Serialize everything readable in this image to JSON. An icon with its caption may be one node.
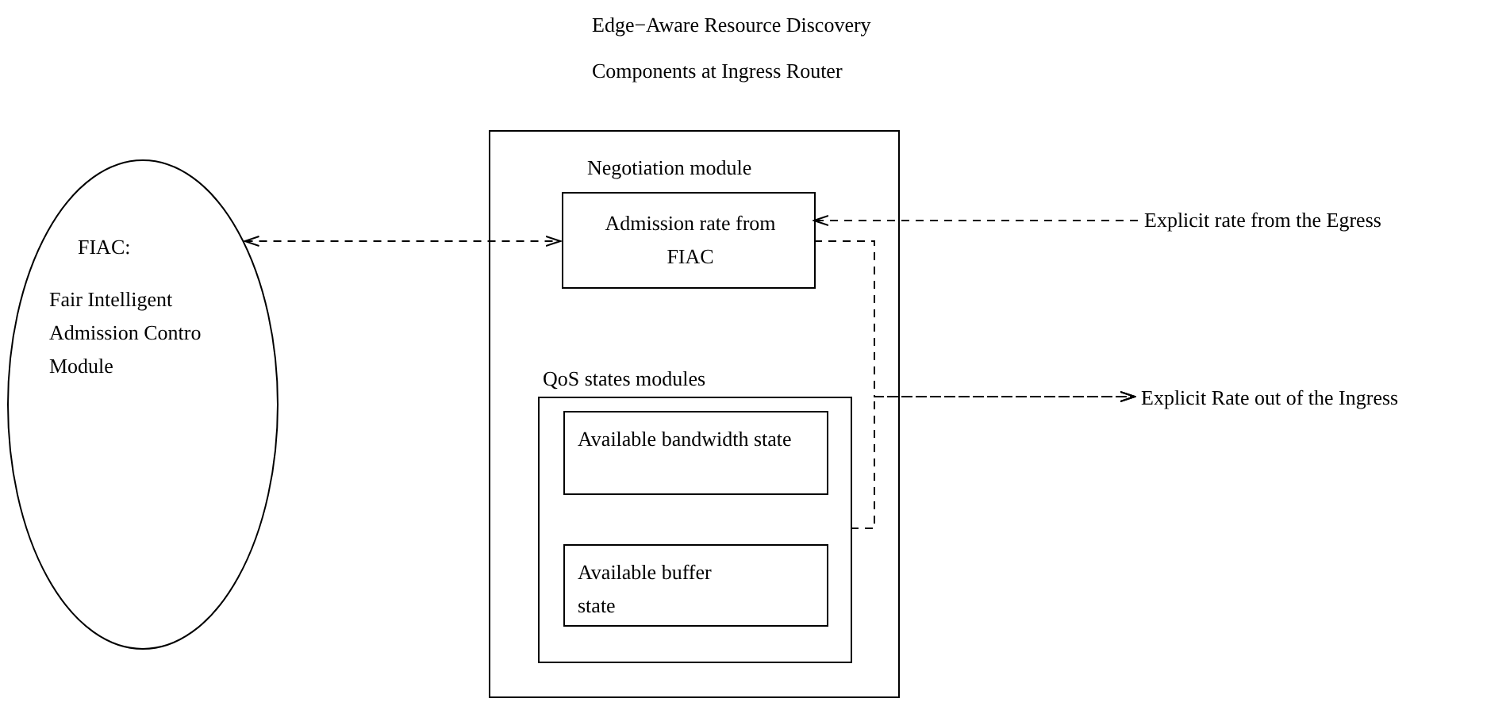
{
  "diagram": {
    "nodes": [
      {
        "text": [
          "FIAC:",
          "Fair Intelligent Admission Contro Module"
        ]
      },
      {
        "text": [
          "Edge−Aware Resource Discovery",
          "Components at Ingress Router"
        ]
      },
      {
        "text": [
          "Negotiation module",
          "Admission rate from FIAC"
        ],
        "in": 1
      },
      {
        "text": [
          "QoS states modules"
        ],
        "in": 1
      },
      {
        "text": [
          "Available bandwidth state"
        ],
        "in": 3
      },
      {
        "text": [
          "Available buffer state"
        ],
        "in": 3
      },
      {
        "text": [
          "Explicit rate from the Egress"
        ]
      },
      {
        "text": [
          "Explicit Rate out of the Ingress"
        ]
      }
    ],
    "edges": [
      {
        "from": 0,
        "to": 2,
        "arrow": "both",
        "style": "dashed"
      },
      {
        "from": 6,
        "to": 2,
        "arrow": "to",
        "style": "dashed"
      },
      {
        "from": 2,
        "to": 7,
        "arrow": "to",
        "style": "dashed"
      },
      {
        "from": 3,
        "to": 7,
        "arrow": "to",
        "style": "dashed"
      }
    ]
  }
}
